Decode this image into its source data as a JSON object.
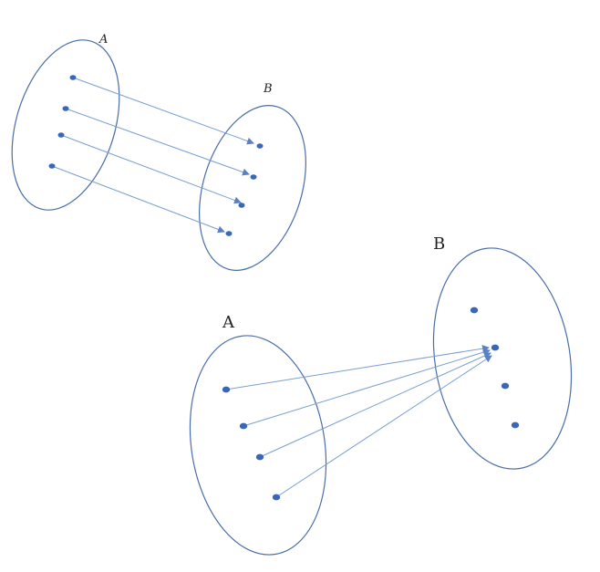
{
  "colors": {
    "outline": "#4a6ea8",
    "dot": "#3a66b8",
    "arrow": "#7b9fd0",
    "text": "#222222"
  },
  "diagram_top": {
    "set_a_label": "A",
    "set_b_label": "B"
  },
  "diagram_bottom": {
    "set_a_label": "A",
    "set_b_label": "B"
  }
}
